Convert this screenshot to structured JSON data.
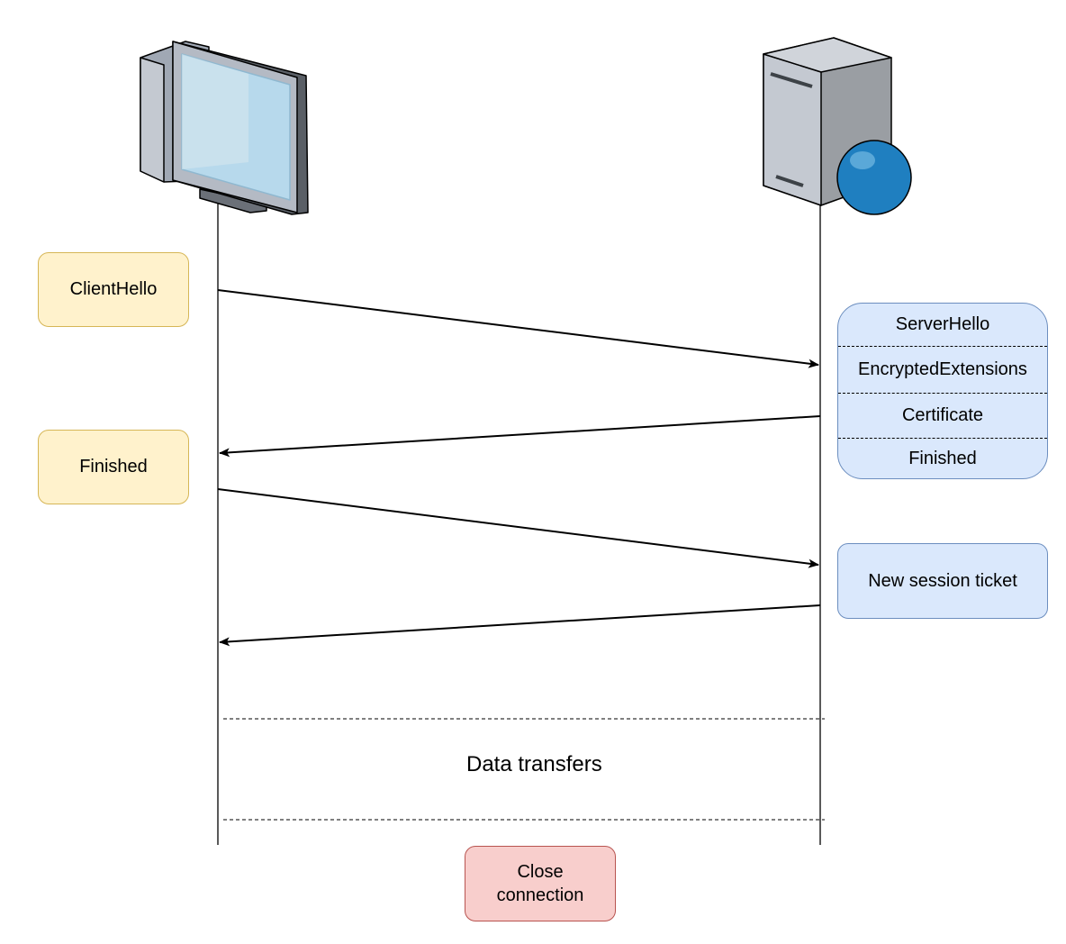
{
  "client": {
    "icon": "desktop-computer-icon",
    "messages": [
      "ClientHello",
      "Finished"
    ]
  },
  "server": {
    "icon": "web-server-globe-icon",
    "handshake": [
      "ServerHello",
      "EncryptedExtensions",
      "Certificate",
      "Finished"
    ],
    "ticket": "New session ticket"
  },
  "data_transfers": "Data transfers",
  "close": "Close connection",
  "colors": {
    "client_fill": "#fff2cc",
    "client_border": "#d6b656",
    "server_fill": "#dae8fc",
    "server_border": "#6c8ebf",
    "close_fill": "#f8cecc",
    "close_border": "#b85450"
  }
}
